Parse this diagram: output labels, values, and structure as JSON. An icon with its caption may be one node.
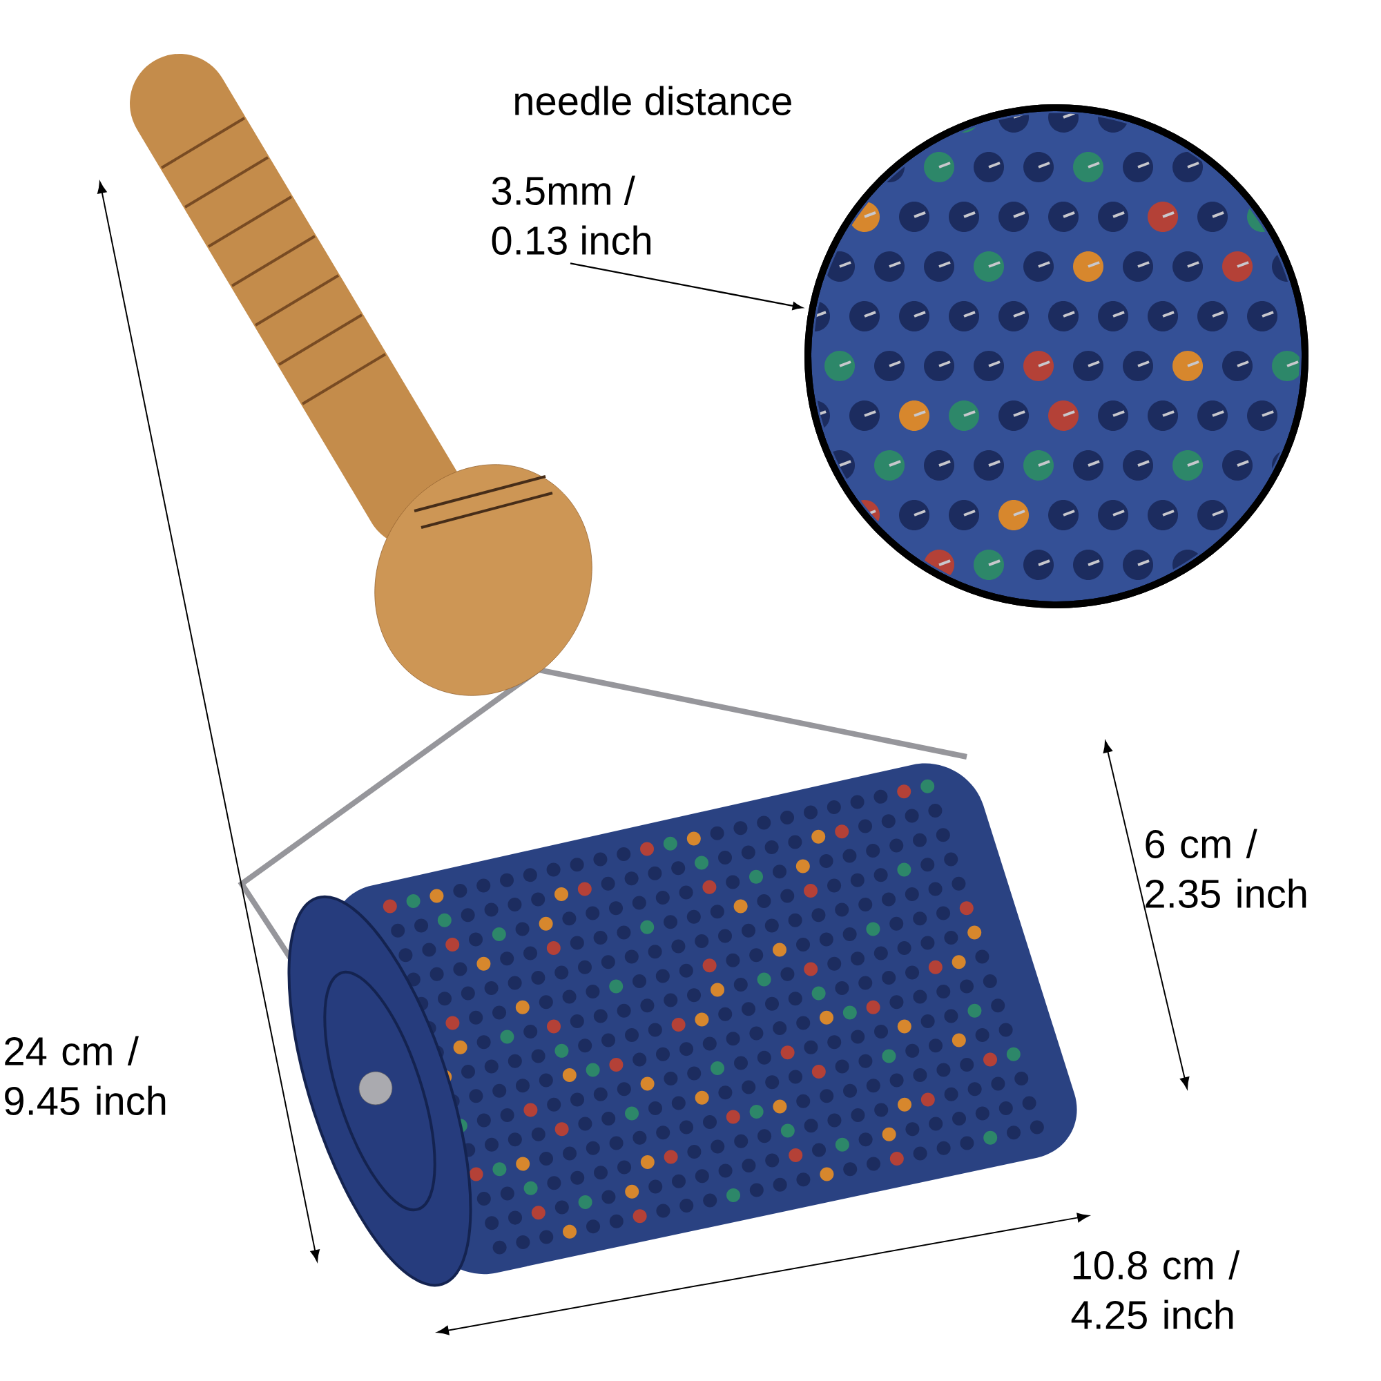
{
  "diagram": {
    "nodes": [
      {
        "text": [
          "needle distance",
          "3.5mm / 0.13 inch"
        ]
      },
      {
        "text": [],
        "shape": "picture"
      }
    ],
    "edges": [
      {
        "from": 0,
        "to": 1,
        "arrow": "to"
      }
    ],
    "labels": [
      "6 cm / 2.35 inch",
      "24 cm / 9.45 inch",
      "10.8 cm / 4.25 inch"
    ]
  }
}
